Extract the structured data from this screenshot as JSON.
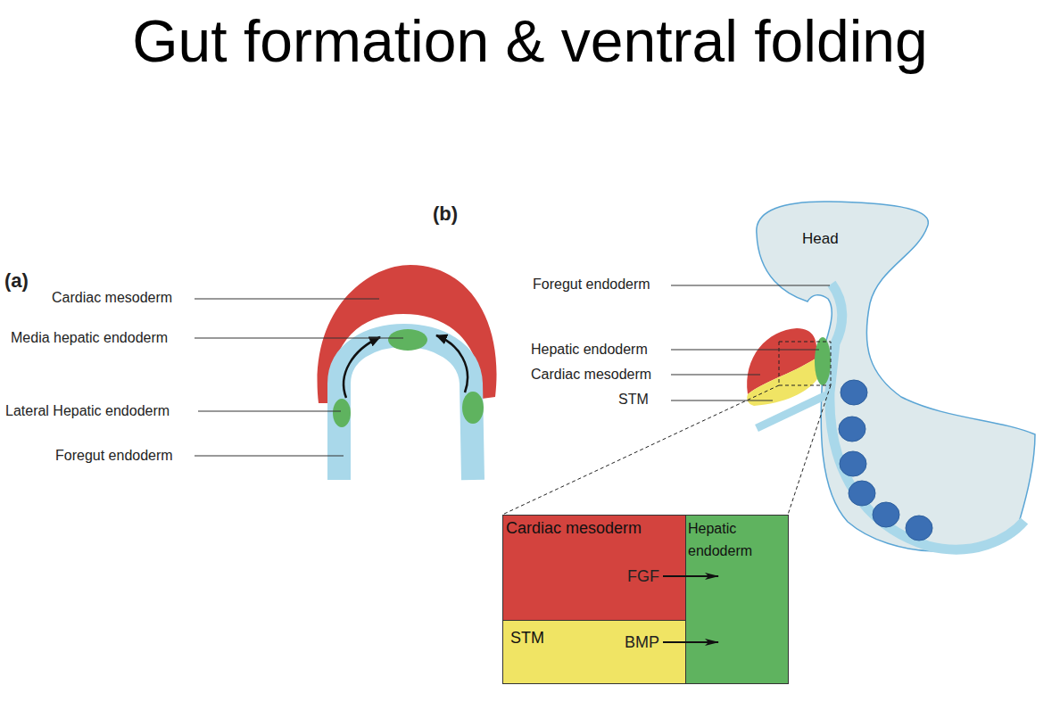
{
  "diagram": {
    "title": "Gut formation & ventral folding",
    "nodes": [
      {
        "text": [
          "Head"
        ]
      },
      {
        "text": [
          "Cardiac mesoderm"
        ]
      },
      {
        "text": [
          "STM"
        ]
      },
      {
        "text": [
          "Hepatic endoderm"
        ]
      }
    ],
    "edges": [
      {
        "from": 1,
        "to": 3,
        "arrow": "to",
        "label": "FGF"
      },
      {
        "from": 2,
        "to": 3,
        "arrow": "to",
        "label": "BMP"
      }
    ],
    "labels": [
      "(a)",
      "Cardiac mesoderm",
      "Media hepatic endoderm",
      "Lateral Hepatic endoderm",
      "Foregut endoderm",
      "(b)",
      "Foregut endoderm",
      "Hepatic endoderm",
      "Cardiac mesoderm",
      "STM"
    ]
  }
}
